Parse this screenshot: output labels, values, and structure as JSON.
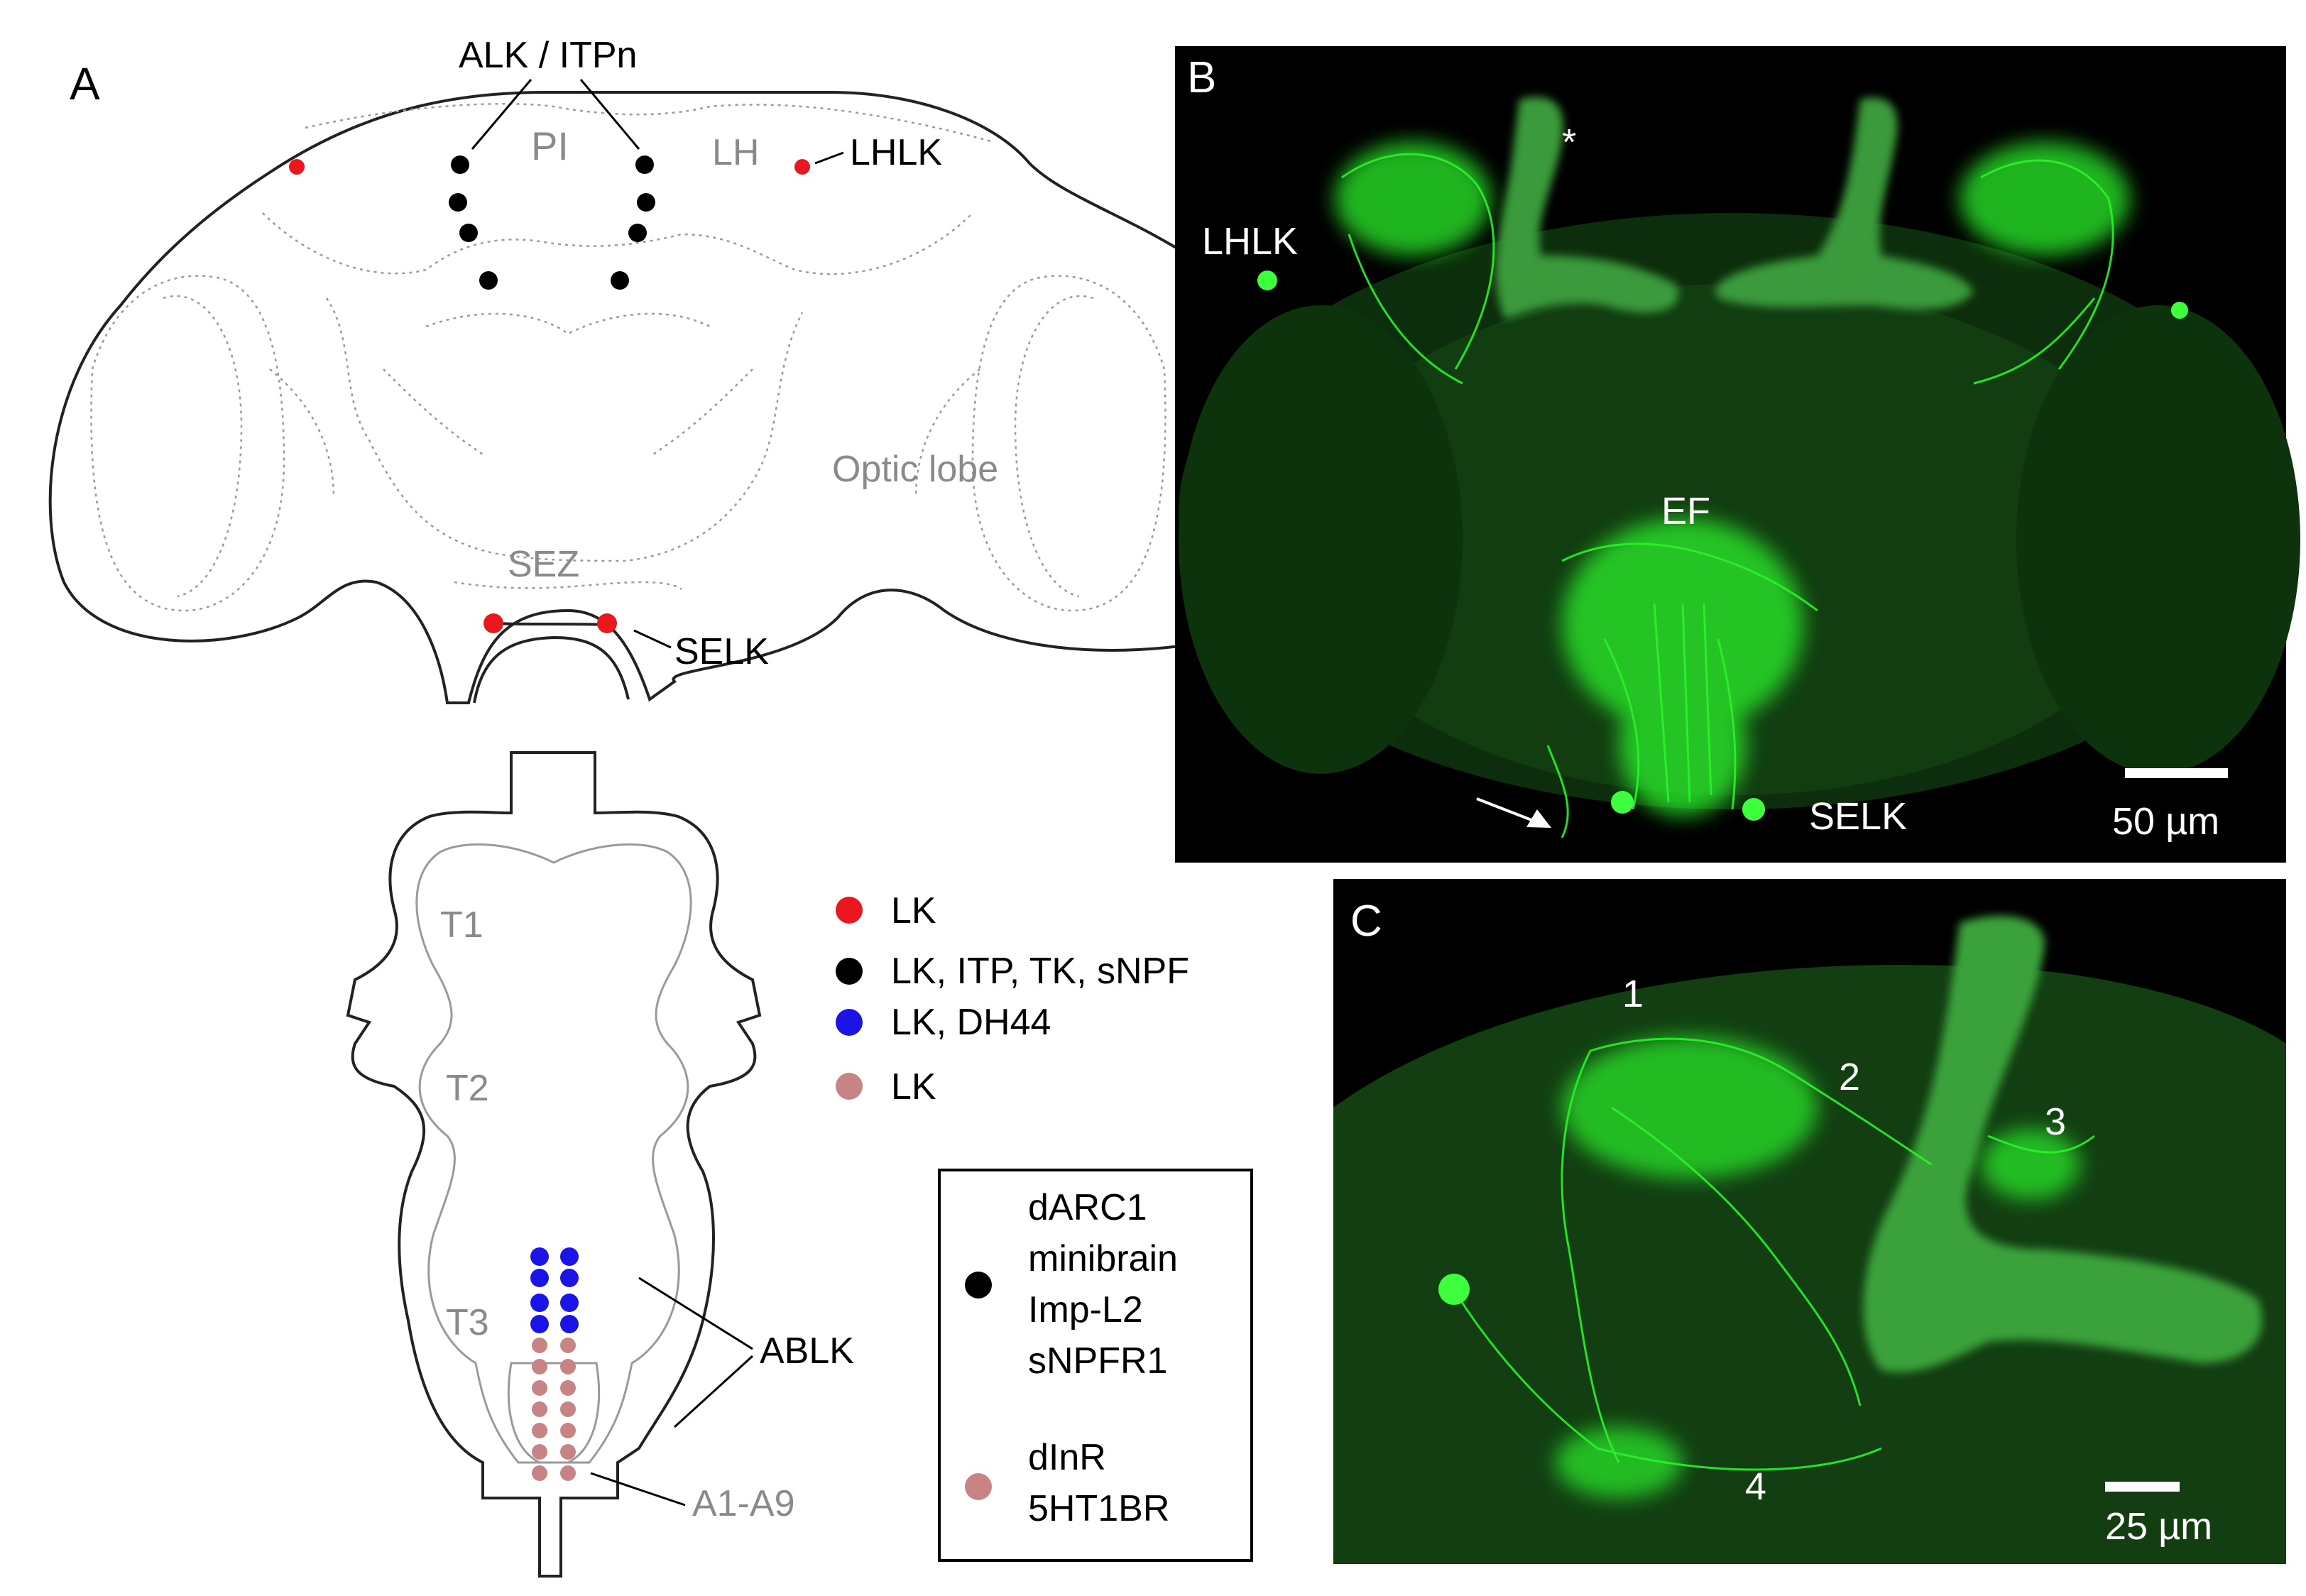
{
  "panel_a": {
    "letter": "A",
    "labels": {
      "alk_itpn": "ALK / ITPn",
      "pi": "PI",
      "lh": "LH",
      "lhlk": "LHLK",
      "optic_lobe": "Optic lobe",
      "sez": "SEZ",
      "selk": "SELK",
      "t1": "T1",
      "t2": "T2",
      "t3": "T3",
      "ablk": "ABLK",
      "a1_a9": "A1-A9"
    },
    "legend": [
      {
        "label": "LK",
        "color": "#e8181e"
      },
      {
        "label": "LK, ITP, TK, sNPF",
        "color": "#000000"
      },
      {
        "label": "LK, DH44",
        "color": "#1c14e6"
      },
      {
        "label": "LK",
        "color": "#c88484"
      }
    ],
    "receptor_box": {
      "black_lines": [
        "dARC1",
        "minibrain",
        "Imp-L2",
        "sNPFR1"
      ],
      "pink_lines": [
        "dInR",
        "5HT1BR"
      ]
    }
  },
  "panel_b": {
    "letter": "B",
    "asterisk": "*",
    "lhlk": "LHLK",
    "ef": "EF",
    "selk": "SELK",
    "scale": "50 µm"
  },
  "panel_c": {
    "letter": "C",
    "numbers": [
      "1",
      "2",
      "3",
      "4"
    ],
    "scale": "25 µm"
  },
  "colors": {
    "lk_red": "#e8181e",
    "black": "#000000",
    "dh44_blue": "#1c14e6",
    "lk_pink": "#c88484",
    "gfp_green": "#2cf22c",
    "region_gray": "#8a8a8a"
  }
}
